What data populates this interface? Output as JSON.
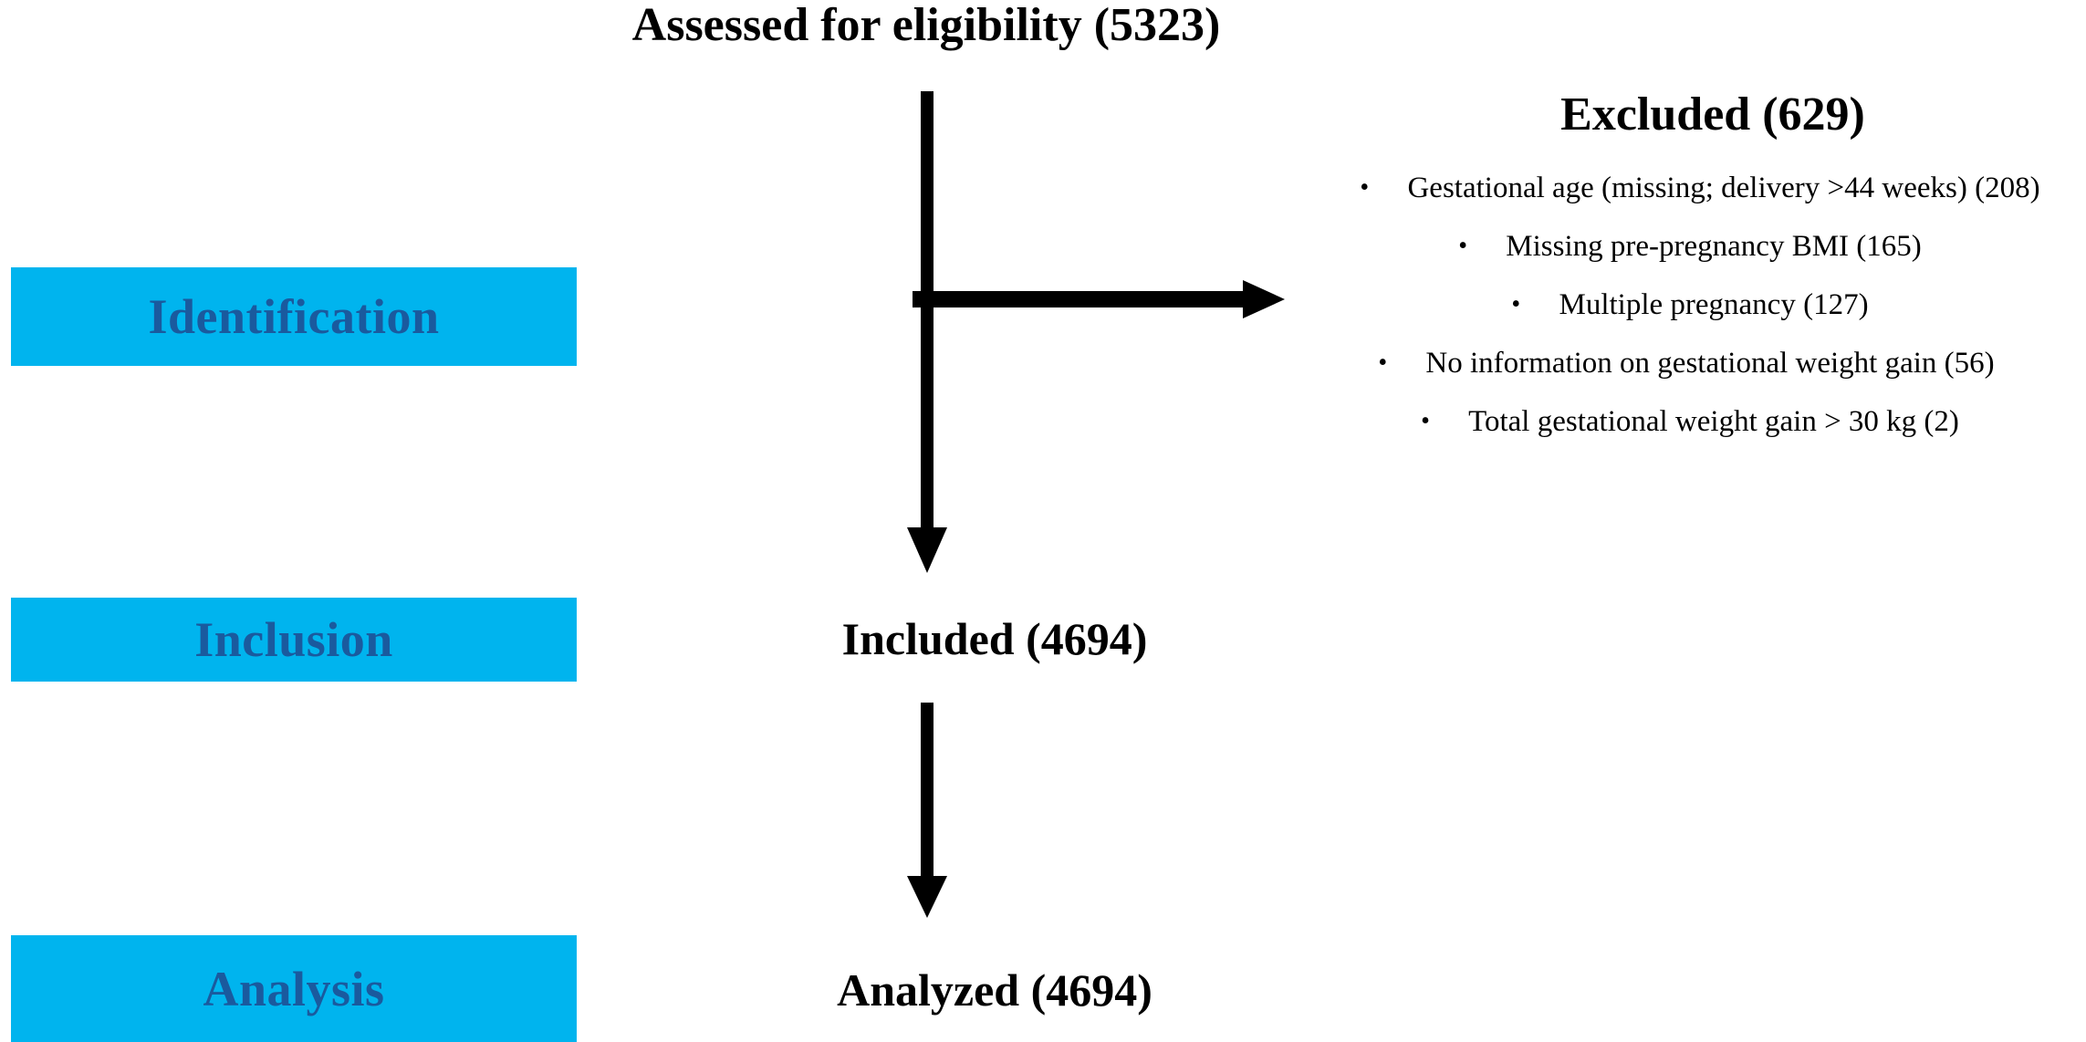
{
  "figure": {
    "type": "prisma-flow-diagram",
    "colors": {
      "stage_box_fill": "#00b4ee",
      "stage_label_text": "#1a5a9e",
      "arrow": "#000000",
      "body_text": "#000000",
      "background": "#ffffff"
    }
  },
  "stages": [
    {
      "id": "identification",
      "label": "Identification"
    },
    {
      "id": "inclusion",
      "label": "Inclusion"
    },
    {
      "id": "analysis",
      "label": "Analysis"
    }
  ],
  "nodes": {
    "assessed": "Assessed for eligibility (5323)",
    "included": "Included (4694)",
    "analyzed": "Analyzed (4694)"
  },
  "excluded": {
    "title": "Excluded (629)",
    "bullet_glyph": "•",
    "reasons": [
      "Gestational age (missing; delivery >44 weeks) (208)",
      "Missing pre-pregnancy BMI (165)",
      "Multiple pregnancy (127)",
      "No information on gestational weight gain (56)",
      "Total gestational weight gain > 30 kg (2)"
    ]
  },
  "counts": {
    "assessed_for_eligibility": 5323,
    "excluded_total": 629,
    "included": 4694,
    "analyzed": 4694,
    "exclusion_reason_counts": [
      208,
      165,
      127,
      56,
      2
    ]
  }
}
